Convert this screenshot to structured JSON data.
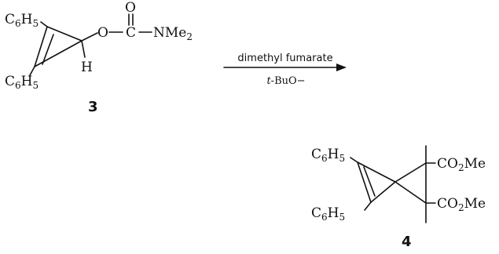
{
  "reactant": {
    "substituent_top": "C6H5",
    "substituent_bottom": "C6H5",
    "oxygen": "O",
    "carbonyl_o": "O",
    "carbon": "C",
    "amine_n": "NMe",
    "amine_sub": "2",
    "hydrogen": "H",
    "number": "3"
  },
  "reagent": {
    "above": "dimethyl fumarate",
    "below": "t-BuO−"
  },
  "product": {
    "substituent_top": "C6H5",
    "substituent_bottom": "C6H5",
    "ester_top": "CO2Me",
    "ester_bottom": "CO2Me",
    "number": "4"
  }
}
